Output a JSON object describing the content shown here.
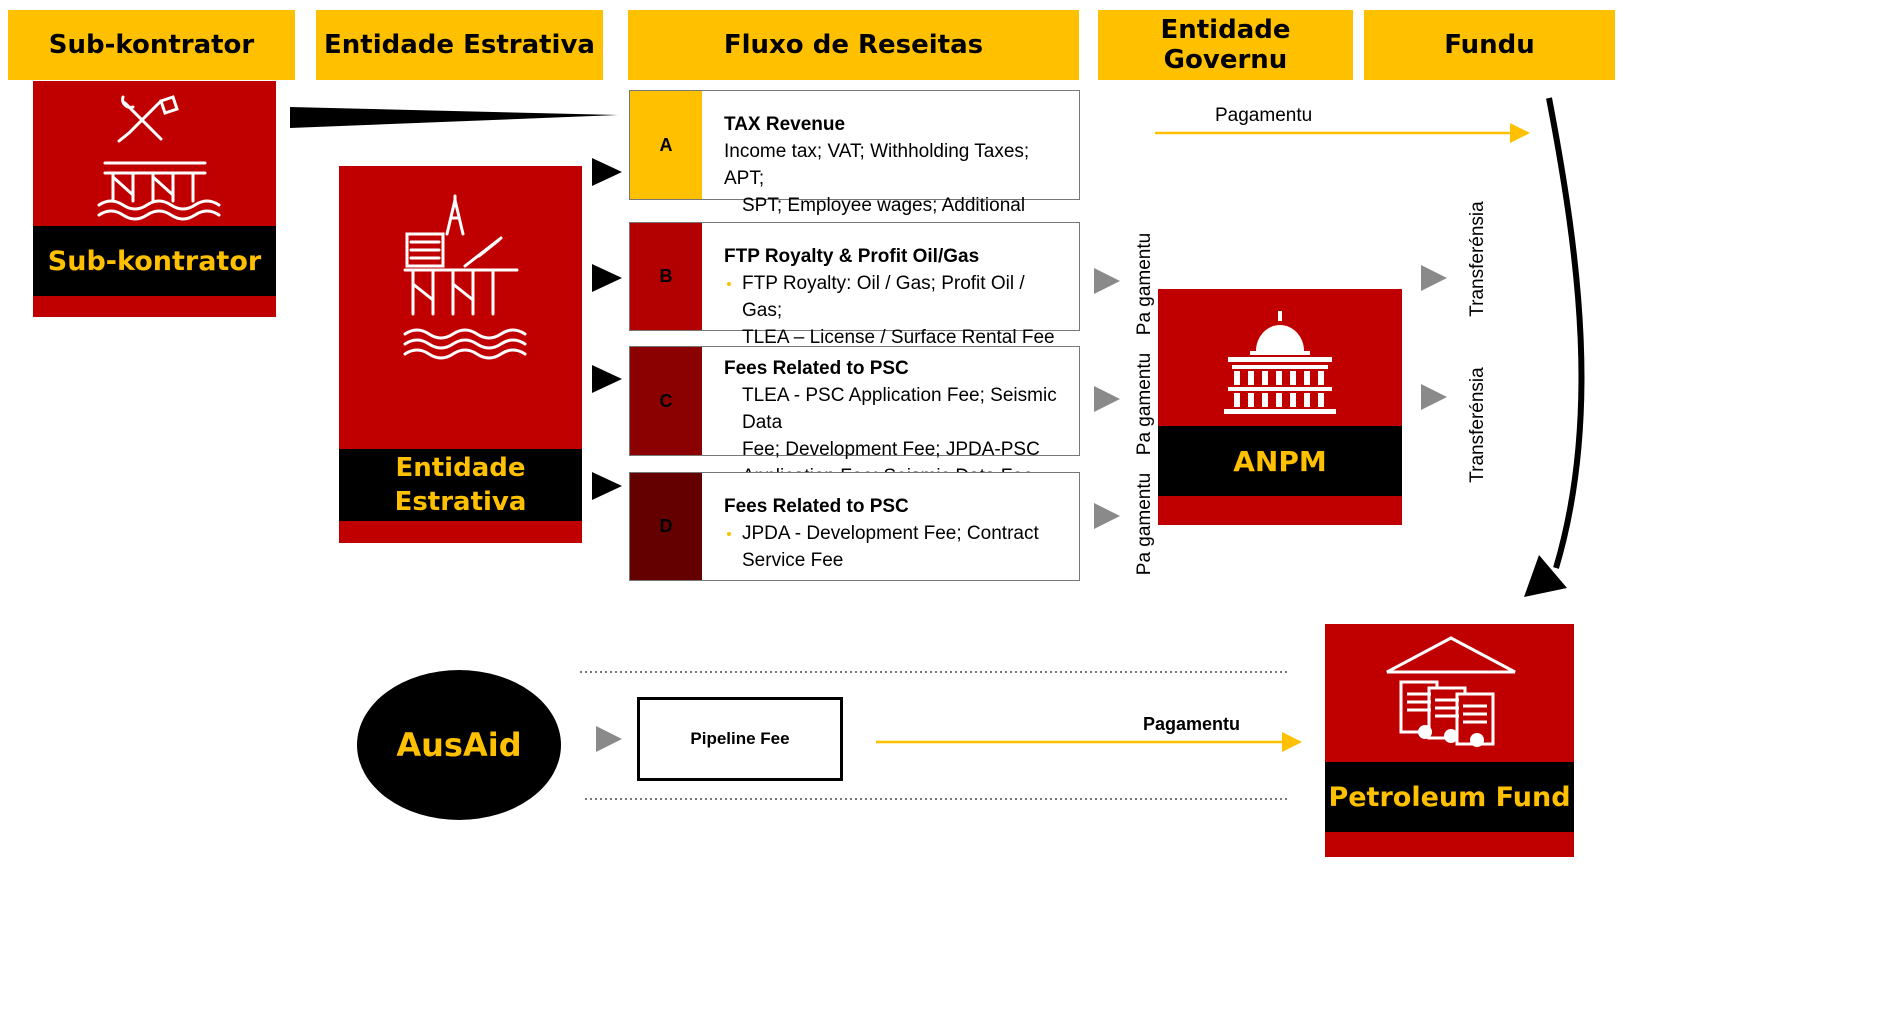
{
  "headers": {
    "subcontractor": "Sub-kontrator",
    "extractive": "Entidade Estrativa",
    "revenue_flow": "Fluxo de Reseitas",
    "government_line1": "Entidade",
    "government_line2": "Governu",
    "fund": "Fundu"
  },
  "entities": {
    "subcontractor": "Sub-kontrator",
    "extractive_line1": "Entidade",
    "extractive_line2": "Estrativa",
    "anpm": "ANPM",
    "ausaid": "AusAid",
    "petroleum_fund": "Petroleum Fund"
  },
  "flows": [
    {
      "tag": "A",
      "title": "TAX Revenue",
      "line1": "Income tax; VAT; Withholding Taxes; APT;",
      "line2": "SPT; Employee wages; Additional Taxes;"
    },
    {
      "tag": "B",
      "title": "FTP Royalty & Profit Oil/Gas",
      "line1": "FTP Royalty: Oil / Gas; Profit Oil / Gas;",
      "line2": "TLEA – License / Surface Rental Fee"
    },
    {
      "tag": "C",
      "title": "Fees Related to PSC",
      "line1": "TLEA - PSC Application Fee; Seismic Data",
      "line2": "Fee; Development Fee; JPDA-PSC",
      "line3": "Application Fee; Seismic Data Fee"
    },
    {
      "tag": "D",
      "title": "Fees Related to PSC",
      "line1": "JPDA - Development Fee; Contract",
      "line2": "Service Fee"
    }
  ],
  "labels": {
    "pagamentu_top": "Pagamentu",
    "pagamentu_v": "Pa gamentu",
    "transferensia": "Transferénsia",
    "pipeline_fee": "Pipeline Fee",
    "pagamentu_bottom": "Pagamentu"
  },
  "colors": {
    "header": "#ffc000",
    "entity_red": "#c00000",
    "tag_a": "#ffc000",
    "tag_b": "#b30000",
    "tag_c": "#8b0000",
    "tag_d": "#640000"
  }
}
